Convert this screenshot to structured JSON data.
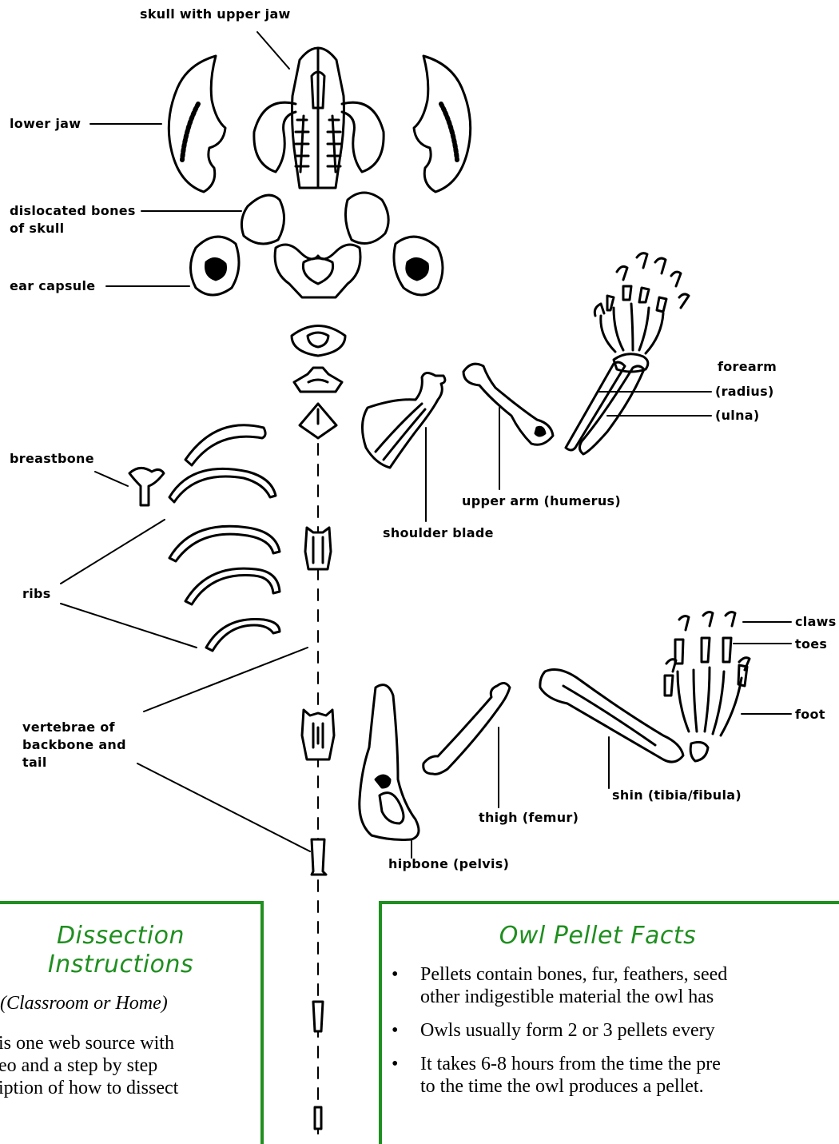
{
  "labels": {
    "skull": "skull with upper jaw",
    "lower_jaw": "lower jaw",
    "dislocated_1": "dislocated bones",
    "dislocated_2": "of skull",
    "ear_capsule": "ear capsule",
    "forearm": "forearm",
    "radius": "(radius)",
    "ulna": "(ulna)",
    "breastbone": "breastbone",
    "upper_arm": "upper arm (humerus)",
    "shoulder_blade": "shoulder blade",
    "ribs": "ribs",
    "claws": "claws",
    "toes": "toes",
    "foot": "foot",
    "vertebrae_1": "vertebrae of",
    "vertebrae_2": "backbone and",
    "vertebrae_3": "tail",
    "shin": "shin (tibia/fibula)",
    "thigh": "thigh (femur)",
    "hipbone": "hipbone (pelvis)"
  },
  "dissection": {
    "title_1": "Dissection",
    "title_2": "Instructions",
    "subtitle": "(Classroom or Home)",
    "line_1": "is one web source with",
    "line_2": "eo and a step by step",
    "line_3": "iption of how to dissect"
  },
  "facts": {
    "title": "Owl Pellet Facts",
    "items": [
      {
        "line_1": "Pellets contain bones, fur, feathers, seed",
        "line_2": "other indigestible material the owl has"
      },
      {
        "line_1": "Owls usually form 2 or 3 pellets every",
        "line_2": ""
      },
      {
        "line_1": "It takes 6-8 hours from the time the pre",
        "line_2": "to the time the owl produces a pellet."
      }
    ],
    "bullet": "•"
  }
}
